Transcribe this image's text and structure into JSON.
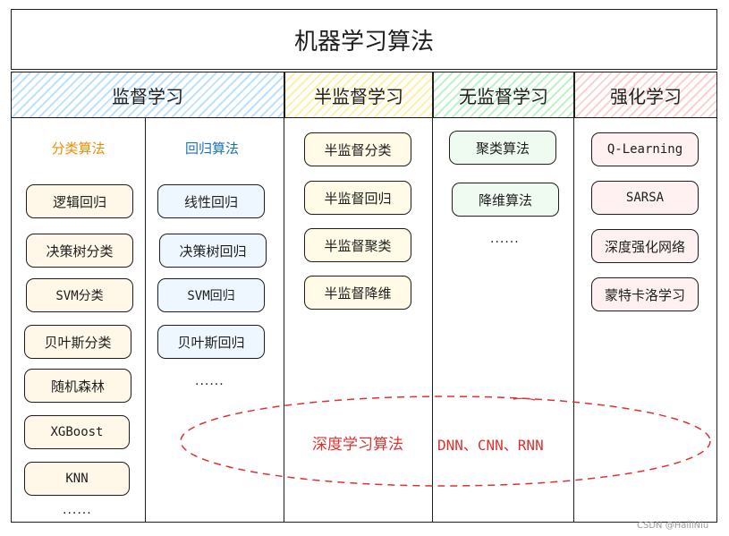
{
  "title": "机器学习算法",
  "headers": {
    "supervised": "监督学习",
    "semi_supervised": "半监督学习",
    "unsupervised": "无监督学习",
    "reinforcement": "强化学习"
  },
  "supervised": {
    "classification_title": "分类算法",
    "regression_title": "回归算法",
    "classification_items": [
      "逻辑回归",
      "决策树分类",
      "SVM分类",
      "贝叶斯分类",
      "随机森林",
      "XGBoost",
      "KNN"
    ],
    "classification_more": "......",
    "regression_items": [
      "线性回归",
      "决策树回归",
      "SVM回归",
      "贝叶斯回归"
    ],
    "regression_more": "......"
  },
  "semi_supervised_items": [
    "半监督分类",
    "半监督回归",
    "半监督聚类",
    "半监督降维"
  ],
  "unsupervised_items": [
    "聚类算法",
    "降维算法"
  ],
  "unsupervised_more": "......",
  "reinforcement_items": [
    "Q-Learning",
    "SARSA",
    "深度强化网络",
    "蒙特卡洛学习"
  ],
  "deep_learning": {
    "label": "深度学习算法",
    "models": "DNN、CNN、RNN"
  },
  "watermark": "CSDN @HaillNiu",
  "colors": {
    "orange_title": "#f08c00",
    "blue_title": "#1971c2",
    "red": "#e03131"
  }
}
